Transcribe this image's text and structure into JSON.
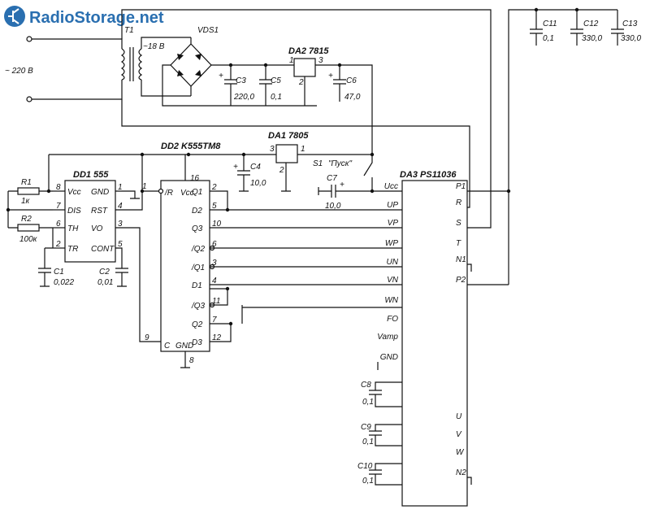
{
  "logo": {
    "text": "RadioStorage.net"
  },
  "mains": {
    "label": "~ 220 B"
  },
  "transformer": {
    "ref": "T1",
    "secondary": "~18 B"
  },
  "bridge": {
    "ref": "VDS1"
  },
  "da2": {
    "ref": "DA2 7815",
    "pins": [
      "1",
      "2",
      "3"
    ]
  },
  "da1": {
    "ref": "DA1 7805",
    "pins": [
      "3",
      "2",
      "1"
    ]
  },
  "capacitors": {
    "c3": {
      "ref": "C3",
      "value": "220,0"
    },
    "c5": {
      "ref": "C5",
      "value": "0,1"
    },
    "c6": {
      "ref": "C6",
      "value": "47,0"
    },
    "c4": {
      "ref": "C4",
      "value": "10,0"
    },
    "c7": {
      "ref": "C7",
      "value": "10,0"
    },
    "c11": {
      "ref": "C11",
      "value": "0,1"
    },
    "c12": {
      "ref": "C12",
      "value": "330,0"
    },
    "c13": {
      "ref": "C13",
      "value": "330,0"
    },
    "c1": {
      "ref": "C1",
      "value": "0,022"
    },
    "c2": {
      "ref": "C2",
      "value": "0,01"
    },
    "c8": {
      "ref": "C8",
      "value": "0,1"
    },
    "c9": {
      "ref": "C9",
      "value": "0,1"
    },
    "c10": {
      "ref": "C10",
      "value": "0,1"
    }
  },
  "resistors": {
    "r1": {
      "ref": "R1",
      "value": "1к"
    },
    "r2": {
      "ref": "R2",
      "value": "100к"
    }
  },
  "switch": {
    "ref": "S1",
    "label": "\"Пуск\""
  },
  "dd1": {
    "ref": "DD1 555",
    "left_pins": [
      {
        "num": "8",
        "name": "Vcc"
      },
      {
        "num": "7",
        "name": "DIS"
      },
      {
        "num": "6",
        "name": "TH"
      },
      {
        "num": "2",
        "name": "TR"
      }
    ],
    "right_pins": [
      {
        "num": "1",
        "name": "GND"
      },
      {
        "num": "4",
        "name": "RST"
      },
      {
        "num": "3",
        "name": "VO"
      },
      {
        "num": "5",
        "name": "CONT"
      }
    ]
  },
  "dd2": {
    "ref": "DD2 K555TM8",
    "top_pin": {
      "num": "16",
      "name": "Vcc"
    },
    "r_pin": {
      "num": "1",
      "name": "/R"
    },
    "c_pin": {
      "num": "9",
      "name": "C"
    },
    "bottom_pin": {
      "num": "8",
      "name": "GND"
    },
    "right_pins": [
      {
        "num": "2",
        "name": "Q1"
      },
      {
        "num": "5",
        "name": "D2"
      },
      {
        "num": "10",
        "name": "Q3"
      },
      {
        "num": "6",
        "name": "/Q2"
      },
      {
        "num": "3",
        "name": "/Q1"
      },
      {
        "num": "4",
        "name": "D1"
      },
      {
        "num": "11",
        "name": "/Q3"
      },
      {
        "num": "7",
        "name": "Q2"
      },
      {
        "num": "12",
        "name": "D3"
      }
    ]
  },
  "da3": {
    "ref": "DA3 PS11036",
    "left_pins": [
      "Ucc",
      "UP",
      "VP",
      "WP",
      "UN",
      "VN",
      "WN",
      "FO",
      "Vamp",
      "GND"
    ],
    "right_pins": [
      "P1",
      "R",
      "S",
      "T",
      "N1",
      "P2",
      "U",
      "V",
      "W",
      "N2"
    ]
  }
}
